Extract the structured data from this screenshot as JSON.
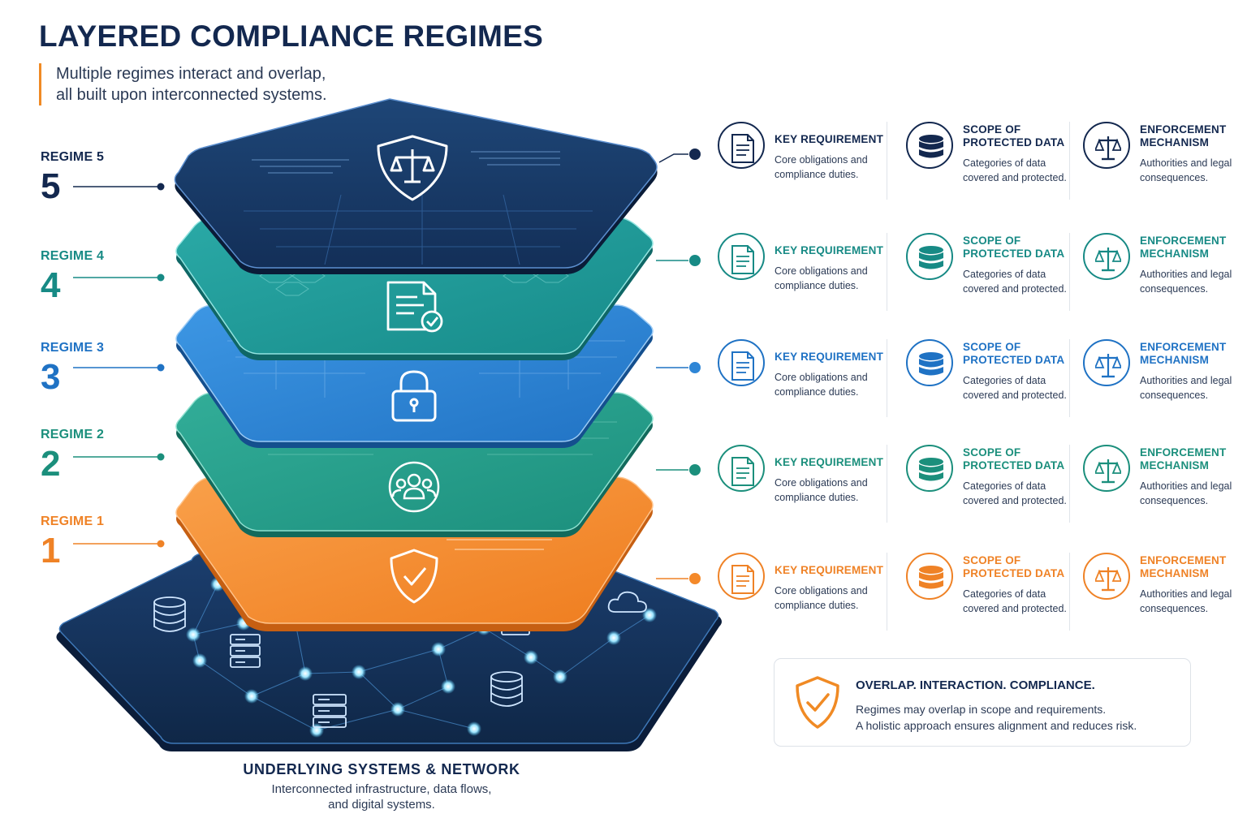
{
  "header": {
    "title": "LAYERED COMPLIANCE REGIMES",
    "subtitle_lines": [
      "Multiple regimes interact and overlap,",
      "all built upon interconnected systems."
    ]
  },
  "colors": {
    "navy": "#13325b",
    "teal": "#1c9a96",
    "blue": "#2f86d6",
    "green": "#23a08a",
    "orange": "#f4892a",
    "label_navy": "#13284f",
    "label_teal": "#178a85",
    "label_blue": "#1f72c4",
    "label_green": "#1b8f7c",
    "label_orange": "#ef8226"
  },
  "regimes": [
    {
      "label": "REGIME 5",
      "number": "5",
      "color": "#13284f",
      "layer_color": "#163a66",
      "icon": "shield-scale-icon"
    },
    {
      "label": "REGIME 4",
      "number": "4",
      "color": "#178a85",
      "layer_color": "#1c9a96",
      "icon": "document-check-icon"
    },
    {
      "label": "REGIME 3",
      "number": "3",
      "color": "#1f72c4",
      "layer_color": "#2f86d6",
      "icon": "lock-icon"
    },
    {
      "label": "REGIME 2",
      "number": "2",
      "color": "#1b8f7c",
      "layer_color": "#23a08a",
      "icon": "people-icon"
    },
    {
      "label": "REGIME 1",
      "number": "1",
      "color": "#ef8226",
      "layer_color": "#f4892a",
      "icon": "shield-check-icon"
    }
  ],
  "rows": [
    {
      "color": "#13284f",
      "cells": [
        {
          "icon": "document-icon",
          "head": [
            "KEY REQUIREMENT"
          ],
          "desc": [
            "Core obligations and",
            "compliance duties."
          ]
        },
        {
          "icon": "database-icon",
          "head": [
            "SCOPE OF",
            "PROTECTED DATA"
          ],
          "desc": [
            "Categories of data",
            "covered and protected."
          ]
        },
        {
          "icon": "scale-icon",
          "head": [
            "ENFORCEMENT",
            "MECHANISM"
          ],
          "desc": [
            "Authorities and legal",
            "consequences."
          ]
        }
      ]
    },
    {
      "color": "#178a85",
      "cells": [
        {
          "icon": "document-icon",
          "head": [
            "KEY REQUIREMENT"
          ],
          "desc": [
            "Core obligations and",
            "compliance duties."
          ]
        },
        {
          "icon": "database-icon",
          "head": [
            "SCOPE OF",
            "PROTECTED DATA"
          ],
          "desc": [
            "Categories of data",
            "covered and protected."
          ]
        },
        {
          "icon": "scale-icon",
          "head": [
            "ENFORCEMENT",
            "MECHANISM"
          ],
          "desc": [
            "Authorities and legal",
            "consequences."
          ]
        }
      ]
    },
    {
      "color": "#1f72c4",
      "cells": [
        {
          "icon": "document-icon",
          "head": [
            "KEY REQUIREMENT"
          ],
          "desc": [
            "Core obligations and",
            "compliance duties."
          ]
        },
        {
          "icon": "database-icon",
          "head": [
            "SCOPE OF",
            "PROTECTED DATA"
          ],
          "desc": [
            "Categories of data",
            "covered and protected."
          ]
        },
        {
          "icon": "scale-icon",
          "head": [
            "ENFORCEMENT",
            "MECHANISM"
          ],
          "desc": [
            "Authorities and legal",
            "consequences."
          ]
        }
      ]
    },
    {
      "color": "#1b8f7c",
      "cells": [
        {
          "icon": "document-icon",
          "head": [
            "KEY REQUIREMENT"
          ],
          "desc": [
            "Core obligations and",
            "compliance duties."
          ]
        },
        {
          "icon": "database-icon",
          "head": [
            "SCOPE OF",
            "PROTECTED DATA"
          ],
          "desc": [
            "Categories of data",
            "covered and protected."
          ]
        },
        {
          "icon": "scale-icon",
          "head": [
            "ENFORCEMENT",
            "MECHANISM"
          ],
          "desc": [
            "Authorities and legal",
            "consequences."
          ]
        }
      ]
    },
    {
      "color": "#ef8226",
      "cells": [
        {
          "icon": "document-icon",
          "head": [
            "KEY REQUIREMENT"
          ],
          "desc": [
            "Core obligations and",
            "compliance duties."
          ]
        },
        {
          "icon": "database-icon",
          "head": [
            "SCOPE OF",
            "PROTECTED DATA"
          ],
          "desc": [
            "Categories of data",
            "covered and protected."
          ]
        },
        {
          "icon": "scale-icon",
          "head": [
            "ENFORCEMENT",
            "MECHANISM"
          ],
          "desc": [
            "Authorities and legal",
            "consequences."
          ]
        }
      ]
    }
  ],
  "base": {
    "title": "UNDERLYING SYSTEMS & NETWORK",
    "desc_lines": [
      "Interconnected infrastructure, data flows,",
      "and digital systems."
    ],
    "icons": [
      "database-icon",
      "server-icon",
      "server-icon",
      "database-icon",
      "server-icon",
      "cloud-icon"
    ]
  },
  "callout": {
    "icon": "shield-check-icon",
    "title": "OVERLAP. INTERACTION. COMPLIANCE.",
    "text_lines": [
      "Regimes may overlap in scope and requirements.",
      "A holistic approach ensures alignment and reduces risk."
    ]
  }
}
